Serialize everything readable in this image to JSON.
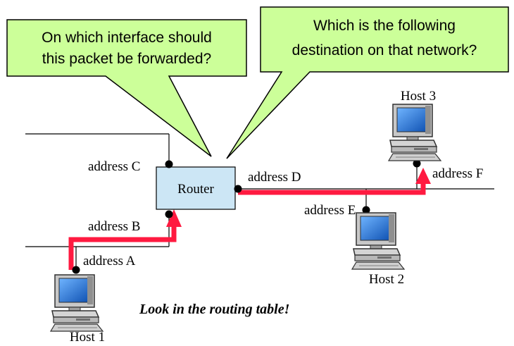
{
  "callouts": {
    "left_line1": "On which interface should",
    "left_line2": "this packet be forwarded?",
    "right_line1": "Which is the following",
    "right_line2": "destination on that network?"
  },
  "router_label": "Router",
  "addresses": {
    "a": "address A",
    "b": "address B",
    "c": "address C",
    "d": "address D",
    "e": "address E",
    "f": "address F"
  },
  "hosts": {
    "host1": "Host 1",
    "host2": "Host 2",
    "host3": "Host 3"
  },
  "note": "Look in the routing table!",
  "colors": {
    "callout_fill": "#ccff99",
    "router_fill": "#cce6f5",
    "path_red": "#ff1a40",
    "screen_blue": "#1f6fd1"
  }
}
